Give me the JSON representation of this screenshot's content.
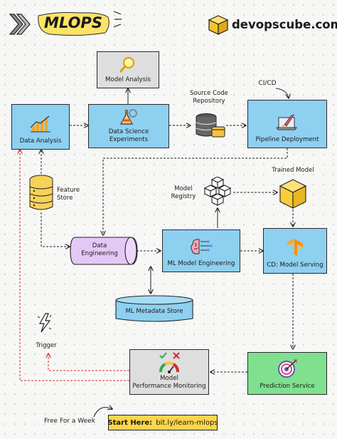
{
  "header": {
    "title": "MLOPS",
    "brand": "devopscube.com"
  },
  "nodes": {
    "model_analysis": "Model Analysis",
    "data_analysis": "Data Analysis",
    "data_science_line1": "Data Science",
    "data_science_line2": "Experiments",
    "source_code_line1": "Source Code",
    "source_code_line2": "Repository",
    "cicd": "CI/CD",
    "pipeline_deployment": "Pipeline Deployment",
    "feature_store_line1": "Feature",
    "feature_store_line2": "Store",
    "model_registry_line1": "Model",
    "model_registry_line2": "Registry",
    "trained_model": "Trained Model",
    "data_engineering_line1": "Data",
    "data_engineering_line2": "Engineering",
    "ml_model_engineering": "ML Model Engineering",
    "model_serving": "CD: Model Serving",
    "ml_metadata_store": "ML Metadata Store",
    "trigger": "Trigger",
    "monitoring_line1": "Model",
    "monitoring_line2": "Performance Monitoring",
    "prediction_service": "Prediction Service"
  },
  "footer": {
    "free_note": "Free For a Week",
    "start_label": "Start Here:",
    "link": "bit.ly/learn-mlops"
  },
  "colors": {
    "blue": "#8ed0f0",
    "grey": "#dedede",
    "green": "#7fe08f",
    "purple": "#e3c8f5",
    "yellow": "#ffd54a",
    "red": "#d22b2b"
  }
}
